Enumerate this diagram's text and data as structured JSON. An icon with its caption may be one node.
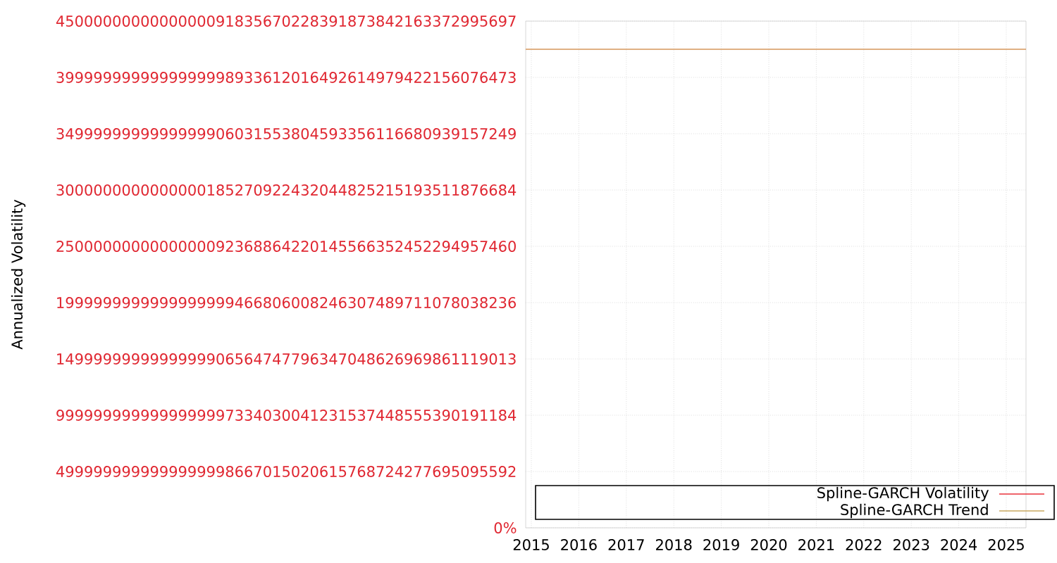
{
  "diagram": {
    "labels": [
      "4500000000000000091835670228391873842163372995697",
      "3999999999999999998933612016492614979422156076473",
      "3499999999999999906031553804593356116680939157249",
      "3000000000000000185270922432044825215193511876684",
      "2500000000000000092368864220145566352452294957460",
      "1999999999999999999466806008246307489711078038236",
      "1499999999999999906564747796347048626969861119013",
      "9999999999999999997334030041231537448555390191184",
      "4999999999999999998667015020615768724277695095592",
      "0%",
      "Annualized Volatility",
      "2015",
      "2016",
      "2017",
      "2018",
      "2019",
      "2020",
      "2021",
      "2022",
      "2023",
      "2024",
      "2025"
    ],
    "legend": [
      {
        "text": "Spline-GARCH Volatility"
      },
      {
        "text": "Spline-GARCH Trend"
      }
    ]
  }
}
